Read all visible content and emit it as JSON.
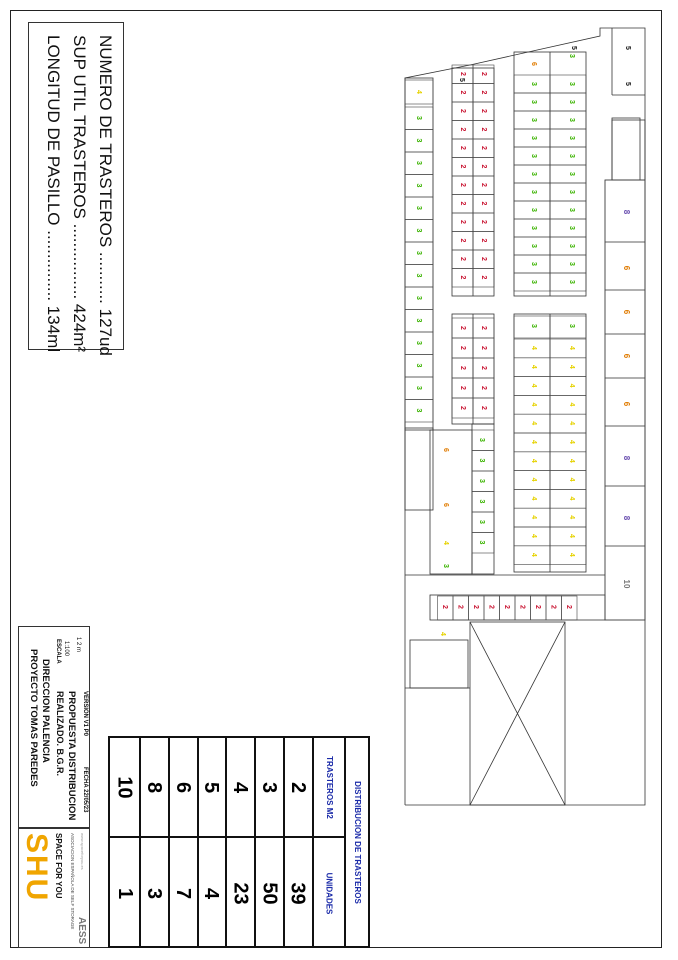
{
  "summary": {
    "corridor_length": "LONGITUD DE PASILLO ............... 134ml",
    "useful_area": "SUP UTIL TRASTEROS ................ 424m²",
    "count": "NUMERO DE TRASTEROS ........... 127ud"
  },
  "title_block": {
    "project": "PROYECTO TOMAS PAREDES",
    "address": "DIRECCION PALENCIA",
    "made_by": "REALIZADO. B.G.R.",
    "drawing": "PROPUESTA DISTRIBUCION",
    "version": "VERSIÓN V1 P0",
    "date": "FECHA 22/05/23",
    "scale_label": "ESCALA",
    "scale": "1:100",
    "scale_bar": "1    2 m"
  },
  "logo": {
    "brand": "SHU",
    "tagline": "SPACE FOR YOU",
    "association": "ASOCIACION ESPAÑOLA DE SELF STORAGE",
    "assoc_mark": "AESS",
    "web": "www.spaceforyou.es"
  },
  "distribution": {
    "title": "DISTRIBUCION DE TRASTEROS",
    "col_m2": "TRASTEROS M2",
    "col_units": "UNIDADES",
    "rows": [
      {
        "m2": "2",
        "units": "39"
      },
      {
        "m2": "3",
        "units": "50"
      },
      {
        "m2": "4",
        "units": "23"
      },
      {
        "m2": "5",
        "units": "4"
      },
      {
        "m2": "6",
        "units": "7"
      },
      {
        "m2": "8",
        "units": "3"
      },
      {
        "m2": "10",
        "units": "1"
      }
    ]
  },
  "colors": {
    "m2_2": "#c8102e",
    "m2_3": "#3bb300",
    "m2_4": "#e6d200",
    "m2_5": "#111111",
    "m2_6": "#e07b00",
    "m2_8": "#6a4fb0",
    "m2_10": "#777777",
    "table_header": "#1a2aa8"
  },
  "plan": {
    "units": [
      {
        "label": "5",
        "size": 5
      },
      {
        "label": "5",
        "size": 5
      },
      {
        "label": "5",
        "size": 5
      },
      {
        "label": "2",
        "size": 2
      },
      {
        "label": "3",
        "size": 3
      },
      {
        "label": "4",
        "size": 4
      },
      {
        "label": "6",
        "size": 6
      },
      {
        "label": "8",
        "size": 8
      },
      {
        "label": "10",
        "size": 10
      }
    ]
  }
}
